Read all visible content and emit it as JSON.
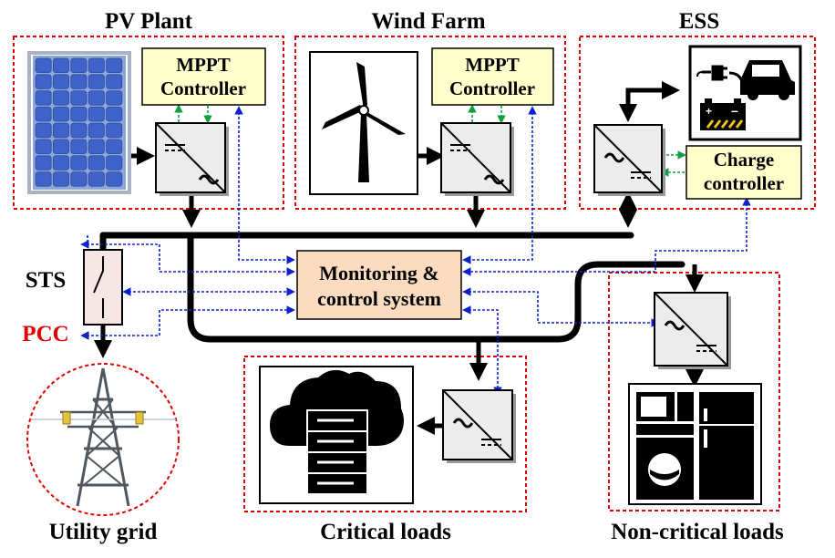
{
  "titles": {
    "pv_plant": "PV Plant",
    "wind_farm": "Wind Farm",
    "ess": "ESS",
    "sts": "STS",
    "pcc": "PCC",
    "utility_grid": "Utility grid",
    "critical_loads": "Critical loads",
    "non_critical_loads": "Non-critical loads"
  },
  "controllers": {
    "pv_mppt_line1": "MPPT",
    "pv_mppt_line2": "Controller",
    "wind_mppt_line1": "MPPT",
    "wind_mppt_line2": "Controller",
    "charge_line1": "Charge",
    "charge_line2": "controller"
  },
  "monitoring": {
    "line1": "Monitoring &",
    "line2": "control system"
  },
  "colors": {
    "group_border": "#e00000",
    "controller_fill": "#ffffcc",
    "monitoring_fill": "#fcdcc0",
    "signal_blue": "#1020d0",
    "signal_green": "#10a040",
    "pcc_text": "#e00000",
    "sts_fill": "#f6e6e6",
    "solar_cell": "#3f63c8"
  },
  "icons": {
    "pv": "solar-panel-icon",
    "wind": "wind-turbine-icon",
    "ev": "ev-charging-icon",
    "battery": "battery-icon",
    "cloud": "cloud-server-icon",
    "appliances": "home-appliances-icon",
    "tower": "transmission-tower-icon",
    "switch": "static-transfer-switch-icon",
    "converter": "power-converter-icon"
  }
}
